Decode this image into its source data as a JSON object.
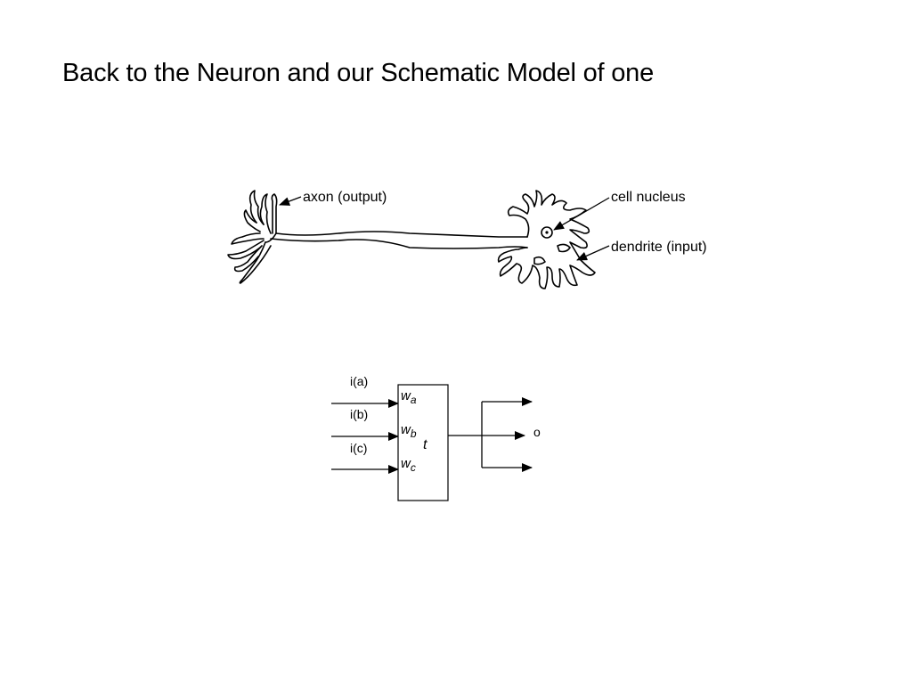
{
  "slide": {
    "title": "Back to the Neuron and our Schematic Model of one"
  },
  "neuron": {
    "labels": {
      "axon": "axon (output)",
      "nucleus": "cell nucleus",
      "dendrite": "dendrite (input)"
    }
  },
  "schematic": {
    "inputs": [
      "i(a)",
      "i(b)",
      "i(c)"
    ],
    "weights": [
      {
        "w": "w",
        "sub": "a"
      },
      {
        "w": "w",
        "sub": "b"
      },
      {
        "w": "w",
        "sub": "c"
      }
    ],
    "threshold": "t",
    "output": "o"
  }
}
